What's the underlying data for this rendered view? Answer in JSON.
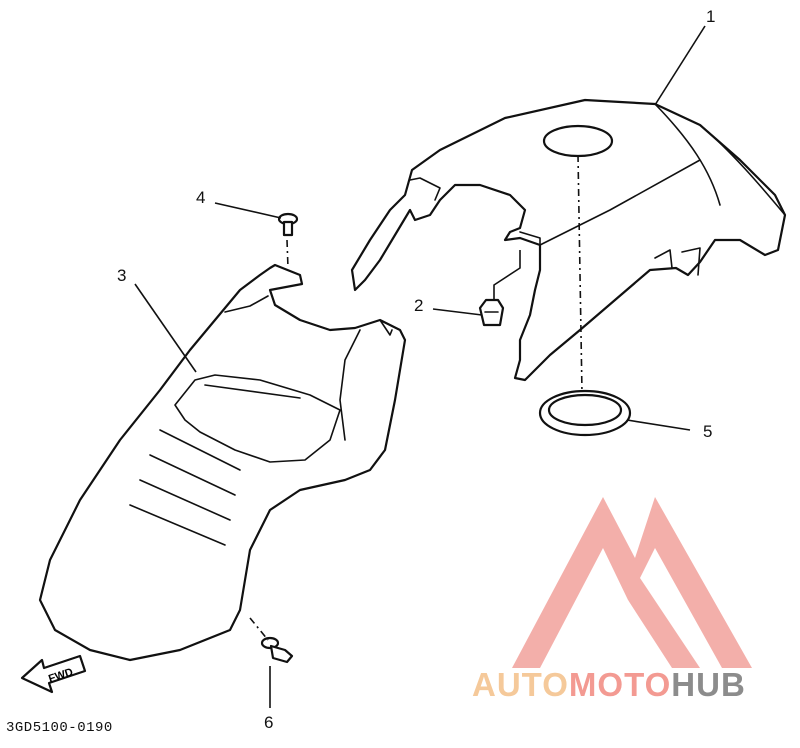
{
  "callouts": {
    "c1": "1",
    "c2": "2",
    "c3": "3",
    "c4": "4",
    "c5": "5",
    "c6": "6"
  },
  "fwd_label": "FWD",
  "diagram_code": "3GD5100-0190",
  "watermark": {
    "auto": "AUTO",
    "moto": "MOTO",
    "hub": "HUB",
    "colors": {
      "auto": "#f5c99a",
      "moto": "#f39a92",
      "hub": "#8c8c8c"
    }
  }
}
